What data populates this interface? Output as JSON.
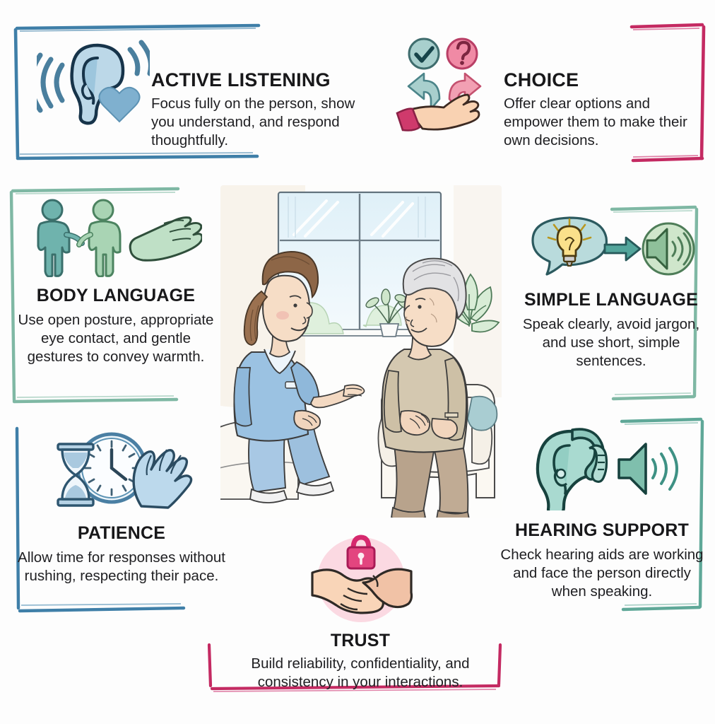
{
  "background_color": "#fdfdfd",
  "palette": {
    "blue": "#3f7fa8",
    "blue_light": "#8cb9d6",
    "pink": "#c42a62",
    "pink_light": "#f0a0b4",
    "teal": "#5fa898",
    "sage": "#9cc7ad",
    "green_border": "#7fb8a4",
    "heading_text": "#18181a",
    "body_text": "#1f1f22"
  },
  "panels": [
    {
      "id": "active-listening",
      "title": "ACTIVE LISTENING",
      "desc": "Focus fully on the person, show you understand, and respond thoughtfully.",
      "icon": "ear-with-soundwaves-and-heart-icon",
      "border_color": "#3f7fa8",
      "border_sides": "left-top-bottom",
      "text_align": "left"
    },
    {
      "id": "choice",
      "title": "CHOICE",
      "desc": "Offer clear options and empower them to make their own decisions.",
      "icon": "open-hand-with-two-arrows-check-and-question-icon",
      "border_color": "#c42a62",
      "border_sides": "right-top-bottom",
      "text_align": "left"
    },
    {
      "id": "body-language",
      "title": "BODY LANGUAGE",
      "desc": "Use open posture, appropriate eye contact, and gentle gestures to convey warmth.",
      "icon": "two-people-and-open-palm-icon",
      "border_color": "#7fb8a4",
      "border_sides": "left-top-bottom",
      "text_align": "center"
    },
    {
      "id": "simple-language",
      "title": "SIMPLE LANGUAGE",
      "desc": "Speak clearly, avoid jargon, and use short, simple sentences.",
      "icon": "speech-bubble-lightbulb-arrow-speaker-icon",
      "border_color": "#7fb8a4",
      "border_sides": "right-top-bottom",
      "text_align": "center"
    },
    {
      "id": "patience",
      "title": "PATIENCE",
      "desc": "Allow time for responses without rushing, respecting their pace.",
      "icon": "hourglass-clock-and-calming-hand-icon",
      "border_color": "#3f7fa8",
      "border_sides": "left-top-bottom",
      "text_align": "center"
    },
    {
      "id": "hearing-support",
      "title": "HEARING SUPPORT",
      "desc": "Check hearing aids are working and face the person directly when speaking.",
      "icon": "ear-with-hearing-aid-and-speaker-icon",
      "border_color": "#5fa898",
      "border_sides": "right-top-bottom",
      "text_align": "center"
    },
    {
      "id": "trust",
      "title": "TRUST",
      "desc": "Build reliability, confidentiality, and consistency in your interactions.",
      "icon": "handshake-with-padlock-icon",
      "border_color": "#c42a62",
      "border_sides": "bottom",
      "text_align": "center"
    }
  ],
  "illustration": {
    "name": "nurse-talking-with-elderly-woman-illustration",
    "description": "Hand-drawn scene: a nurse in light blue scrubs with a brown ponytail sits leaning forward gesturing with an open hand, talking to a smiling elderly woman with short white hair in a beige sweater and brown trousers seated in a cream armchair; a bright window with mullions, a small potted plant on the sill and a large leafy houseplant are behind them.",
    "elements": [
      "window",
      "potted-plant-on-sill",
      "large-houseplant",
      "nurse-in-blue-scrubs",
      "elderly-woman-in-beige-sweater",
      "cream-armchair",
      "teal-cushion"
    ]
  }
}
